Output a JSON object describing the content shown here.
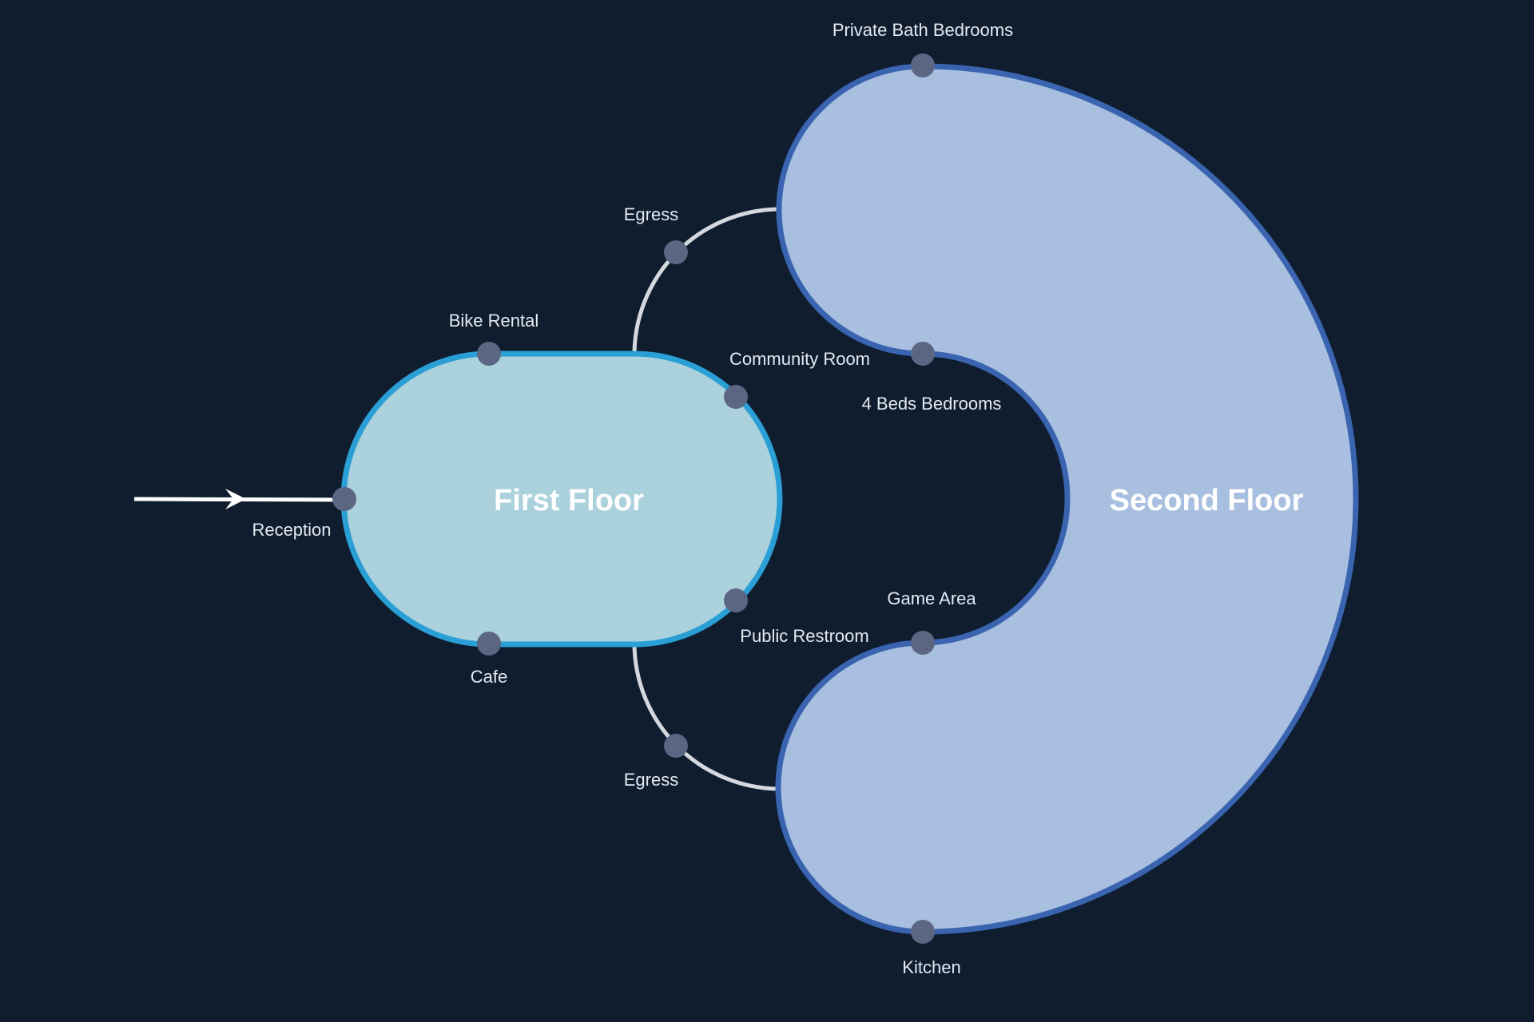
{
  "colors": {
    "background": "#0f1d2f",
    "first_floor_fill": "#abd1dc",
    "first_floor_stroke": "#2a9fd6",
    "second_floor_fill": "#a9bfe0",
    "second_floor_stroke": "#3a64b0",
    "node": "#5b6683",
    "link": "#d5d9de",
    "arrow": "#ffffff"
  },
  "floors": {
    "first": {
      "title": "First Floor"
    },
    "second": {
      "title": "Second Floor"
    }
  },
  "nodes": {
    "reception": "Reception",
    "bike_rental": "Bike Rental",
    "cafe": "Cafe",
    "community_room": "Community Room",
    "public_restroom": "Public Restroom",
    "egress_top": "Egress",
    "egress_bottom": "Egress",
    "private_bath_bedrooms": "Private Bath Bedrooms",
    "four_beds_bedrooms": "4 Beds Bedrooms",
    "game_area": "Game Area",
    "kitchen": "Kitchen"
  }
}
